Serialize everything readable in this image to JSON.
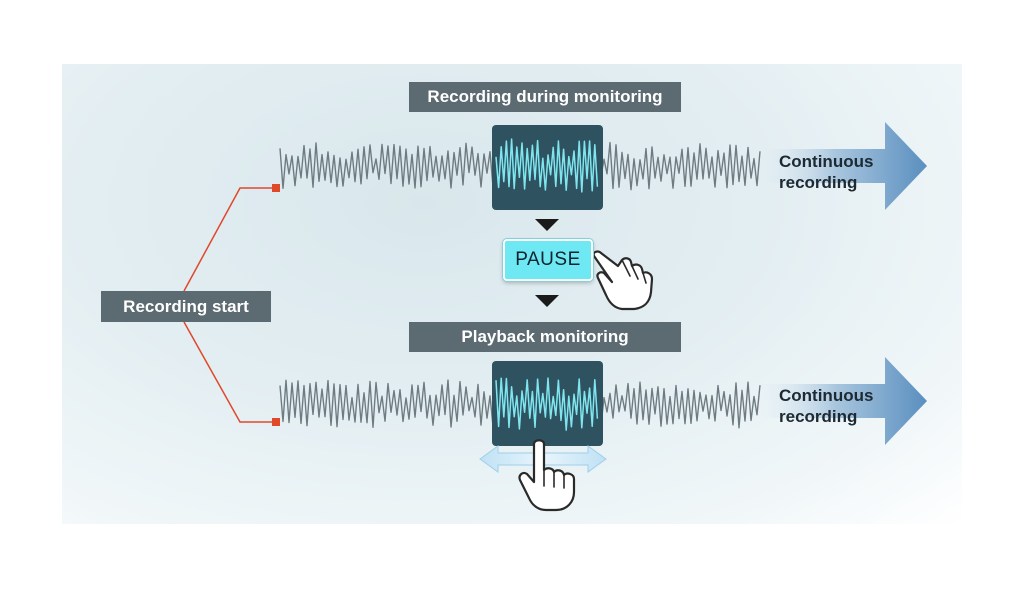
{
  "labels": {
    "recording_start": "Recording start",
    "recording_during_monitoring": "Recording during monitoring",
    "playback_monitoring": "Playback monitoring",
    "continuous_line1": "Continuous",
    "continuous_line2": "recording"
  },
  "pause_button": {
    "label": "PAUSE"
  },
  "icons": {
    "tap": "hand-pointer-icon",
    "swipe": "hand-swipe-icon",
    "scrub_arrows": "double-arrow-icon",
    "flow_arrows": "arrow-right-icon"
  },
  "colors": {
    "label_bg": "#5c6a72",
    "waveform": "#6e7c82",
    "highlight_bg": "#2f5260",
    "highlight_wave": "#7fe6f0",
    "connector": "#e0482a",
    "pause_bg": "#6ee8f2",
    "flow_arrow": "#5a8fbf"
  }
}
